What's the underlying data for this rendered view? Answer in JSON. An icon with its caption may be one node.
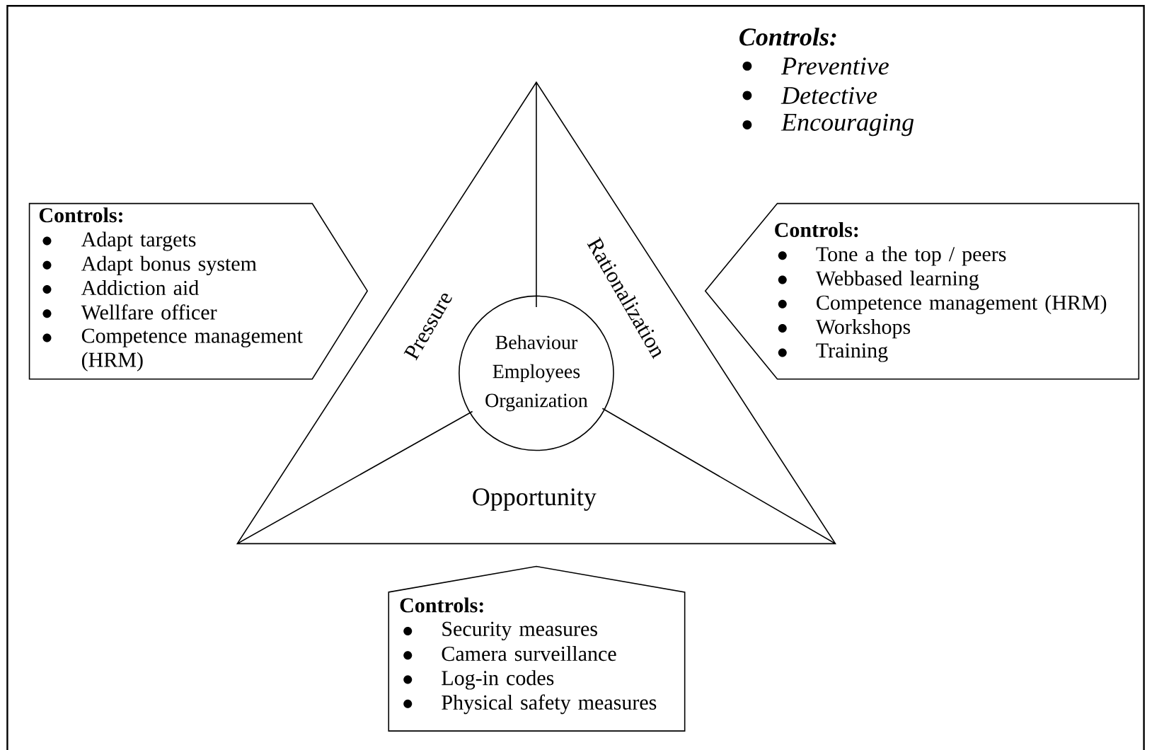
{
  "diagram": {
    "nodes": [
      {
        "text": [
          "Pressure",
          "Rationalization",
          "Opportunity"
        ]
      },
      {
        "text": [
          "Behaviour Employees Organization"
        ],
        "in": 0
      },
      {
        "text": [
          "Controls:",
          "Adapt targets",
          "Adapt bonus system",
          "Addiction aid",
          "Wellfare officer",
          "Competence management (HRM)"
        ]
      },
      {
        "text": [
          "Controls:",
          "Tone a the top / peers",
          "Webbased learning",
          "Competence management (HRM)",
          "Workshops",
          "Training"
        ]
      },
      {
        "text": [
          "Controls:",
          "Security measures",
          "Camera surveillance",
          "Log-in codes",
          "Physical safety measures"
        ]
      }
    ],
    "labels": [
      "Controls:",
      "Preventive",
      "Detective",
      "Encouraging"
    ]
  }
}
